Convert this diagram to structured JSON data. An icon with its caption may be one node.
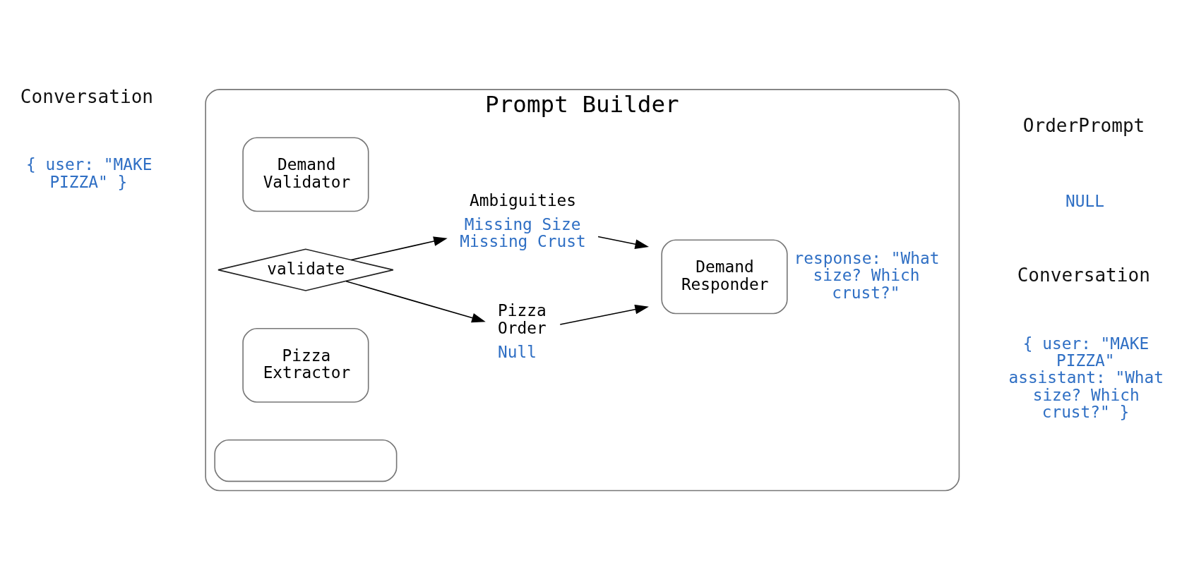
{
  "diagram": {
    "nodes": [
      {
        "text": [
          "Prompt Builder"
        ]
      },
      {
        "text": [
          "Demand Validator"
        ],
        "in": 0
      },
      {
        "text": [
          "validate"
        ],
        "in": 0
      },
      {
        "text": [
          "Pizza Order"
        ],
        "in": 0,
        "beside": [
          "Null"
        ]
      },
      {
        "text": [
          "Ambiguities"
        ],
        "in": 0,
        "beside": [
          "Missing Size Missing Crust"
        ]
      },
      {
        "text": [
          "Demand Responder"
        ],
        "in": 0,
        "beside": [
          "response: \"What size? Which crust?\""
        ]
      },
      {
        "text": [
          "Pizza Extractor"
        ],
        "in": 0
      },
      {
        "text": [],
        "shape": "box",
        "in": 0
      }
    ],
    "edges": [
      {
        "from": 2,
        "to": 3,
        "arrow": "to"
      },
      {
        "from": 2,
        "to": 4,
        "arrow": "to"
      },
      {
        "from": 3,
        "to": 5,
        "arrow": "to"
      },
      {
        "from": 4,
        "to": 5,
        "arrow": "to"
      }
    ],
    "labels": [
      "Conversation",
      "{ user: \"MAKE PIZZA\" }",
      "Conversation",
      "{ user: \"MAKE PIZZA\" assistant: \"What size? Which crust?\" }",
      "OrderPrompt",
      "NULL"
    ]
  }
}
